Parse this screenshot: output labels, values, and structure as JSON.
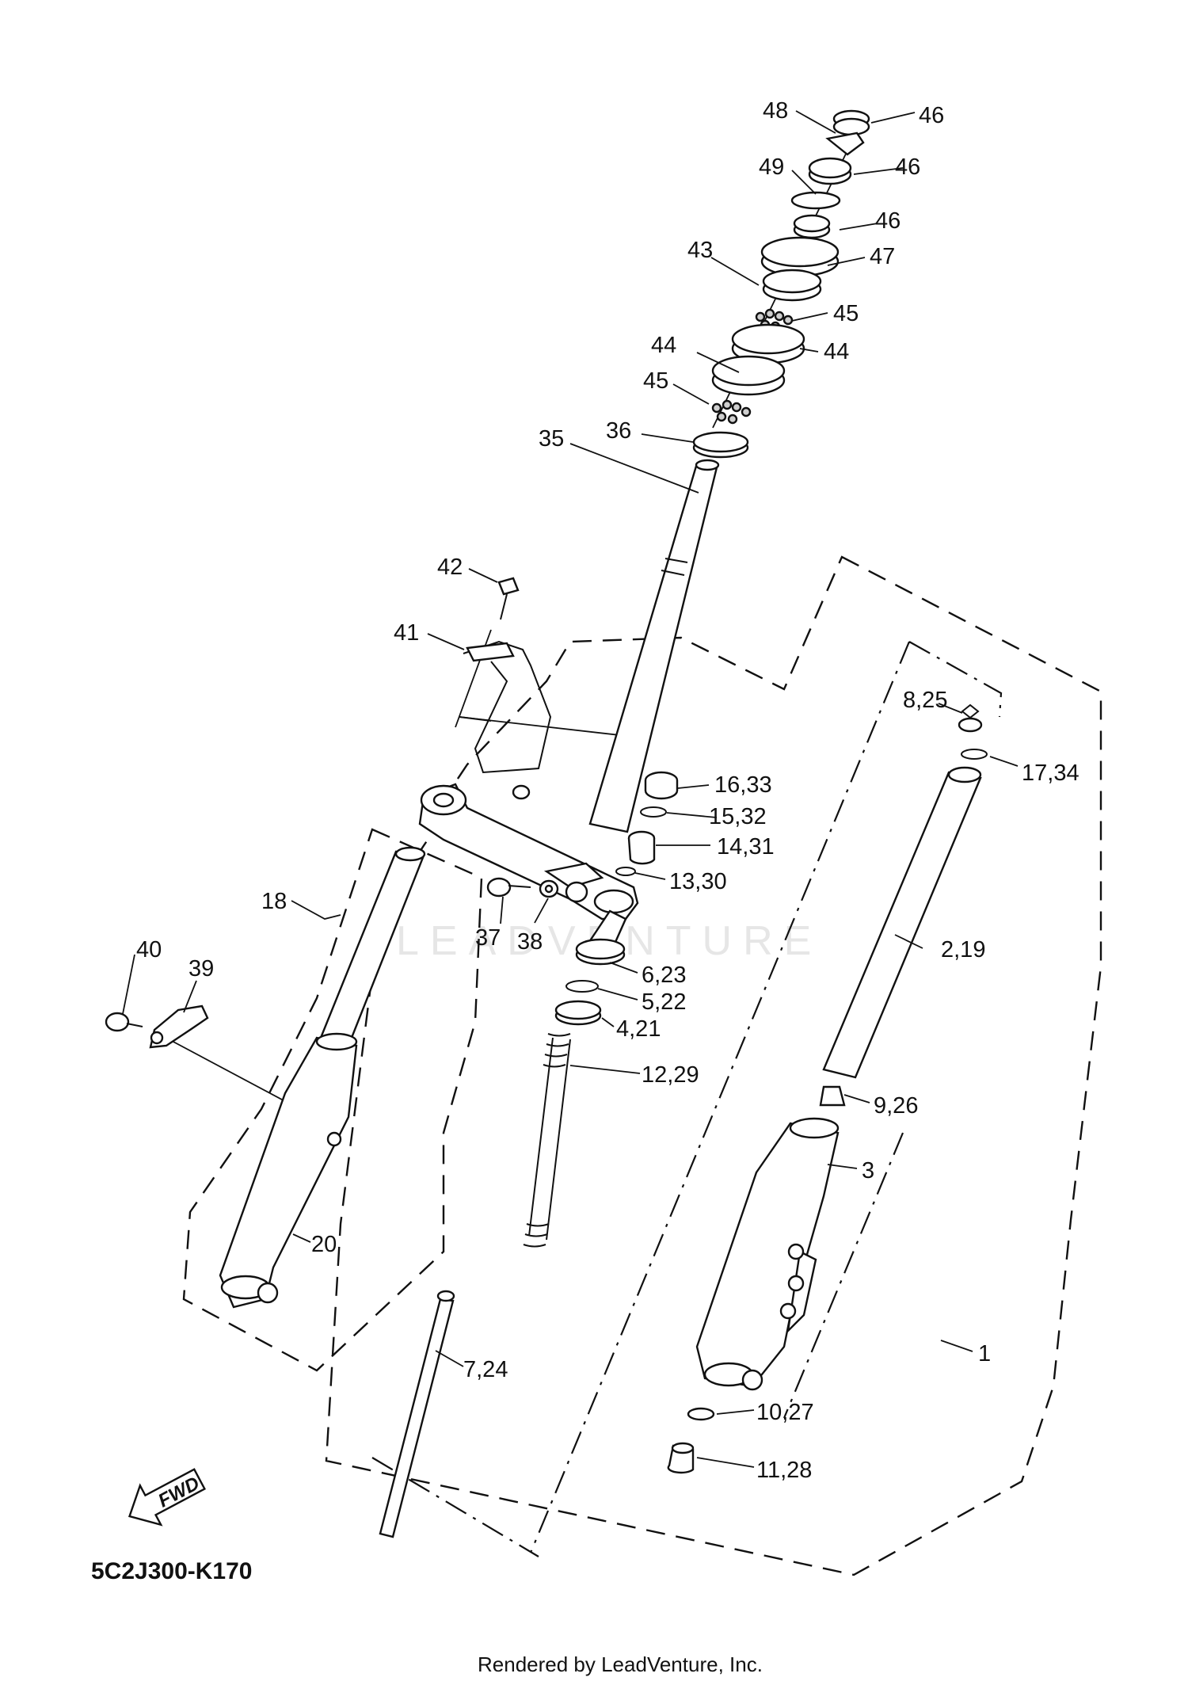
{
  "diagram": {
    "code": "5C2J300-K170",
    "credit": "Rendered by LeadVenture, Inc.",
    "watermark": "LEADVENTURE",
    "fwd": "FWD"
  },
  "labels": [
    {
      "id": "p48",
      "text": "48"
    },
    {
      "id": "p46a",
      "text": "46"
    },
    {
      "id": "p49",
      "text": "49"
    },
    {
      "id": "p46b",
      "text": "46"
    },
    {
      "id": "p46c",
      "text": "46"
    },
    {
      "id": "p43",
      "text": "43"
    },
    {
      "id": "p47",
      "text": "47"
    },
    {
      "id": "p45a",
      "text": "45"
    },
    {
      "id": "p44a",
      "text": "44"
    },
    {
      "id": "p44b",
      "text": "44"
    },
    {
      "id": "p45b",
      "text": "45"
    },
    {
      "id": "p36",
      "text": "36"
    },
    {
      "id": "p35",
      "text": "35"
    },
    {
      "id": "p42",
      "text": "42"
    },
    {
      "id": "p41",
      "text": "41"
    },
    {
      "id": "p825",
      "text": "8,25"
    },
    {
      "id": "p1734",
      "text": "17,34"
    },
    {
      "id": "p1633",
      "text": "16,33"
    },
    {
      "id": "p1532",
      "text": "15,32"
    },
    {
      "id": "p1431",
      "text": "14,31"
    },
    {
      "id": "p1330",
      "text": "13,30"
    },
    {
      "id": "p18",
      "text": "18"
    },
    {
      "id": "p37",
      "text": "37"
    },
    {
      "id": "p38",
      "text": "38"
    },
    {
      "id": "p623",
      "text": "6,23"
    },
    {
      "id": "p219",
      "text": "2,19"
    },
    {
      "id": "p522",
      "text": "5,22"
    },
    {
      "id": "p421",
      "text": "4,21"
    },
    {
      "id": "p40",
      "text": "40"
    },
    {
      "id": "p39",
      "text": "39"
    },
    {
      "id": "p1229",
      "text": "12,29"
    },
    {
      "id": "p926",
      "text": "9,26"
    },
    {
      "id": "p3",
      "text": "3"
    },
    {
      "id": "p20",
      "text": "20"
    },
    {
      "id": "p1",
      "text": "1"
    },
    {
      "id": "p724",
      "text": "7,24"
    },
    {
      "id": "p1027",
      "text": "10,27"
    },
    {
      "id": "p1128",
      "text": "11,28"
    }
  ]
}
